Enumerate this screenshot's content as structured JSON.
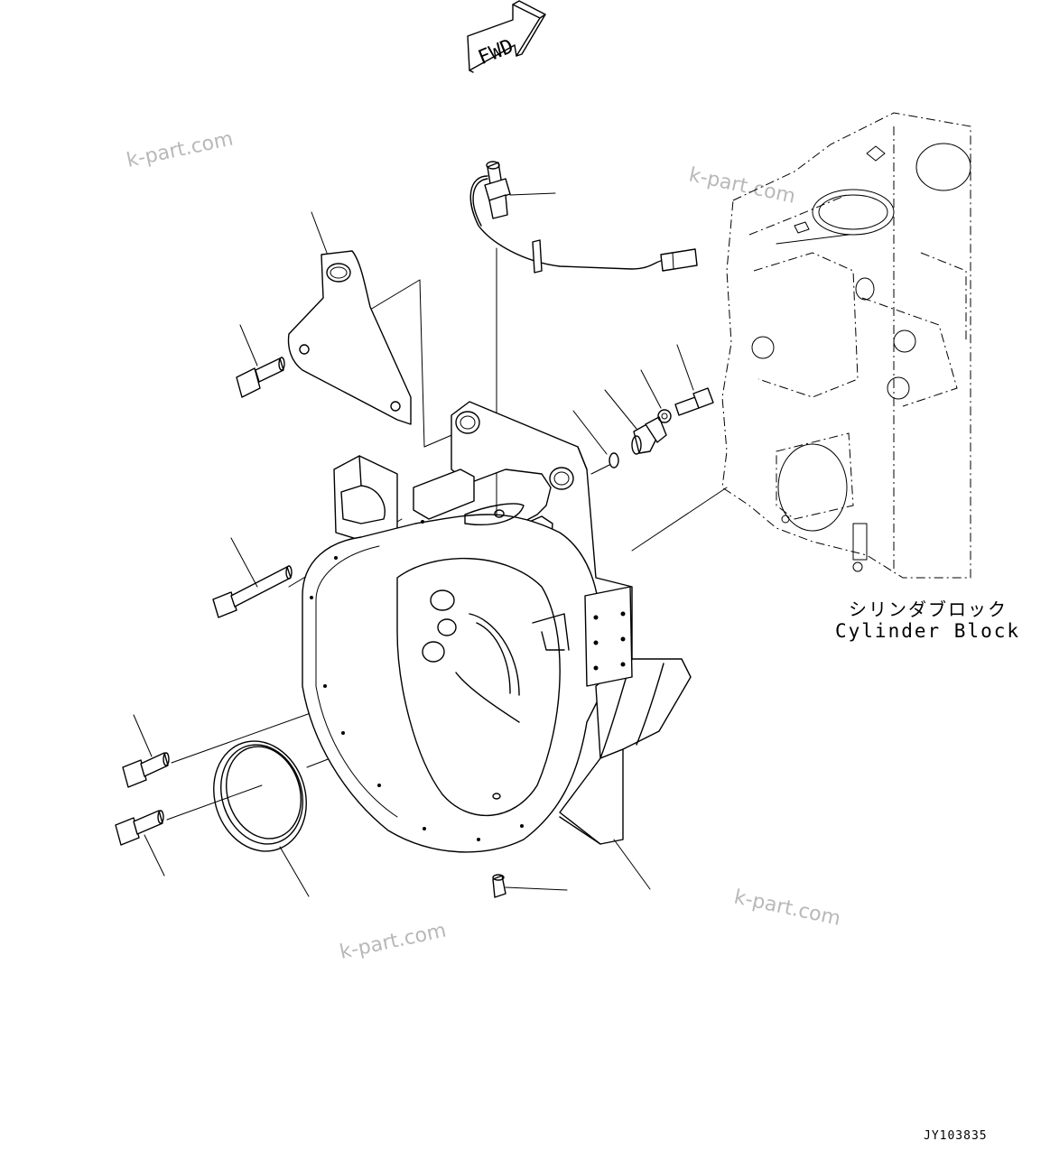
{
  "fwd_arrow": {
    "label": "FWD"
  },
  "watermarks": [
    "k-part.com",
    "k-part.com",
    "k-part.com",
    "k-part.com"
  ],
  "cylinder_block": {
    "label_jp": "シリンダブロック",
    "label_en": "Cylinder Block"
  },
  "drawing_code": "JY103835"
}
